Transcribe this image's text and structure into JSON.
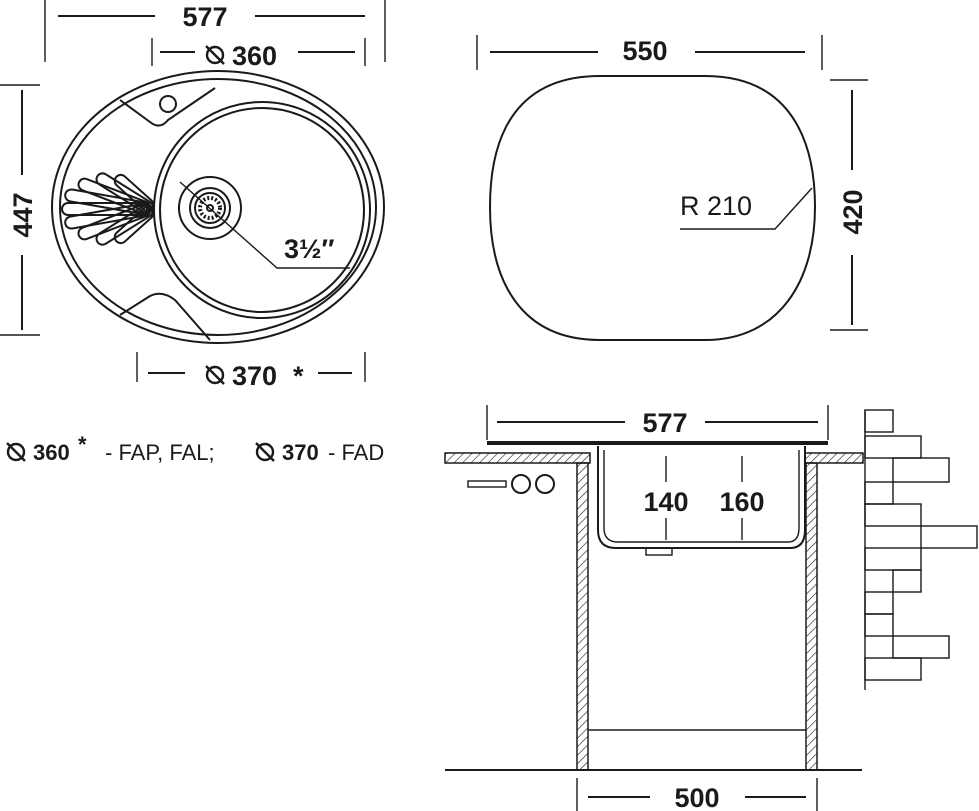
{
  "top_view": {
    "width_label": "577",
    "bowl_diameter_label": "360",
    "height_label": "447",
    "outer_diameter_label": "370",
    "outer_diameter_mark": "*",
    "drain_label": "3½″"
  },
  "cutout_view": {
    "width_label": "550",
    "height_label": "420",
    "radius_label": "R 210"
  },
  "note": {
    "d1": "360",
    "d1_mark": "*",
    "d1_models": "- FAP, FAL;",
    "d2": "370",
    "d2_models": "- FAD"
  },
  "side_view": {
    "width_label": "577",
    "depth_a": "140",
    "depth_b": "160",
    "cabinet_label": "500"
  },
  "colors": {
    "line": "#1a1a1a",
    "background": "#ffffff"
  }
}
